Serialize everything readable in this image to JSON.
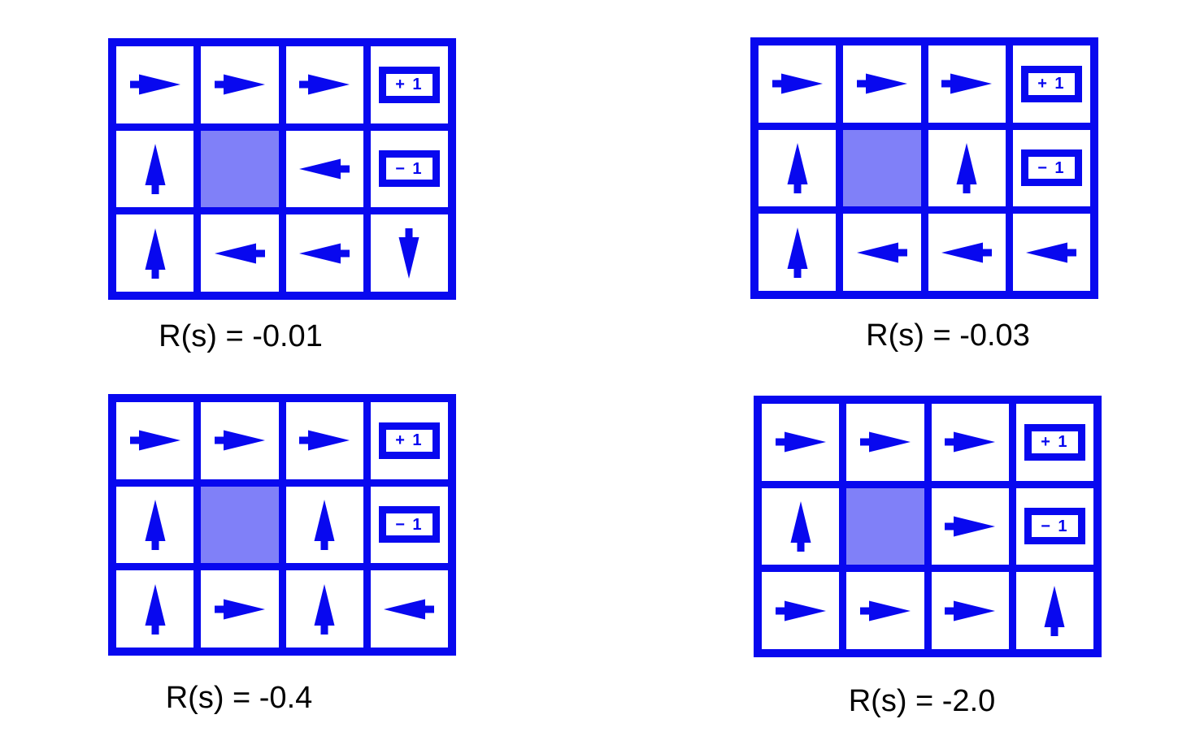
{
  "colors": {
    "blue": "#0808ef",
    "wall_fill": "#8080f8",
    "label_text": "#000000"
  },
  "terminals": {
    "plus_label": "+ 1",
    "minus_label": "− 1"
  },
  "grids": [
    {
      "label": "R(s) = -0.01",
      "rows": [
        [
          "right",
          "right",
          "right",
          "plus"
        ],
        [
          "up",
          "wall",
          "left",
          "minus"
        ],
        [
          "up",
          "left",
          "left",
          "down"
        ]
      ]
    },
    {
      "label": "R(s) = -0.03",
      "rows": [
        [
          "right",
          "right",
          "right",
          "plus"
        ],
        [
          "up",
          "wall",
          "up",
          "minus"
        ],
        [
          "up",
          "left",
          "left",
          "left"
        ]
      ]
    },
    {
      "label": "R(s) = -0.4",
      "rows": [
        [
          "right",
          "right",
          "right",
          "plus"
        ],
        [
          "up",
          "wall",
          "up",
          "minus"
        ],
        [
          "up",
          "right",
          "up",
          "left"
        ]
      ]
    },
    {
      "label": "R(s) = -2.0",
      "rows": [
        [
          "right",
          "right",
          "right",
          "plus"
        ],
        [
          "up",
          "wall",
          "right",
          "minus"
        ],
        [
          "right",
          "right",
          "right",
          "up"
        ]
      ]
    }
  ]
}
